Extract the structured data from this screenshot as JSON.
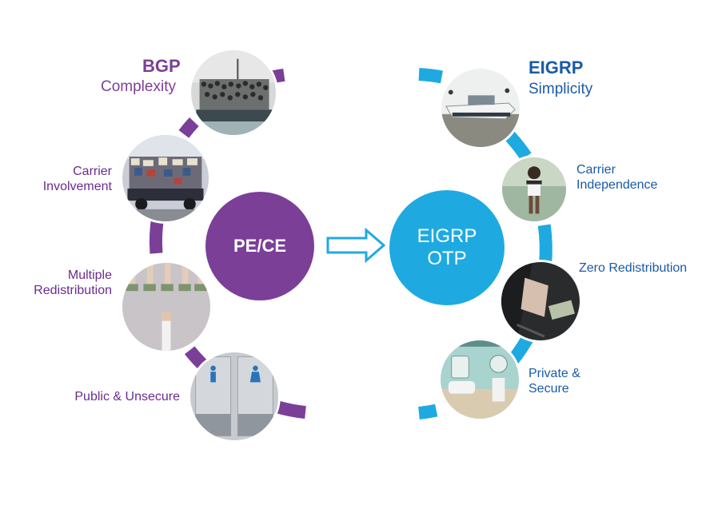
{
  "colors": {
    "purple": "#7b3f98",
    "blue": "#1eaae1",
    "purple_text": "#6a2c8f",
    "blue_text": "#1a5aa8"
  },
  "left": {
    "title": "BGP",
    "subtitle": "Complexity",
    "hub": "PE/CE",
    "items": [
      {
        "label1": "Carrier",
        "label2": "Involvement"
      },
      {
        "label1": "Multiple",
        "label2": "Redistribution"
      },
      {
        "label1": "Public & Unsecure"
      }
    ]
  },
  "right": {
    "title": "EIGRP",
    "subtitle": "Simplicity",
    "hub1": "EIGRP",
    "hub2": "OTP",
    "items": [
      {
        "label1": "Carrier",
        "label2": "Independence"
      },
      {
        "label1": "Zero Redistribution"
      },
      {
        "label1": "Private &",
        "label2": "Secure"
      }
    ]
  },
  "photos": {
    "left": [
      "crowded-boat-photo",
      "loaded-truck-photo",
      "hands-with-money-photo",
      "restroom-doors-photo"
    ],
    "right": [
      "speedboat-photo",
      "girl-with-backpack-photo",
      "money-in-pocket-photo",
      "clean-bathroom-photo"
    ]
  }
}
